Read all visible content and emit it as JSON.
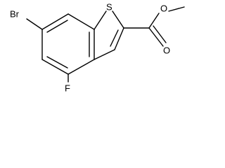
{
  "molecule": {
    "atoms": {
      "bromine": "Br",
      "sulfur": "S",
      "fluorine": "F",
      "carbonyl_oxygen": "O",
      "ester_oxygen": "O"
    },
    "colors": {
      "bond": "#000000",
      "label": "#000000",
      "background": "#ffffff"
    }
  }
}
